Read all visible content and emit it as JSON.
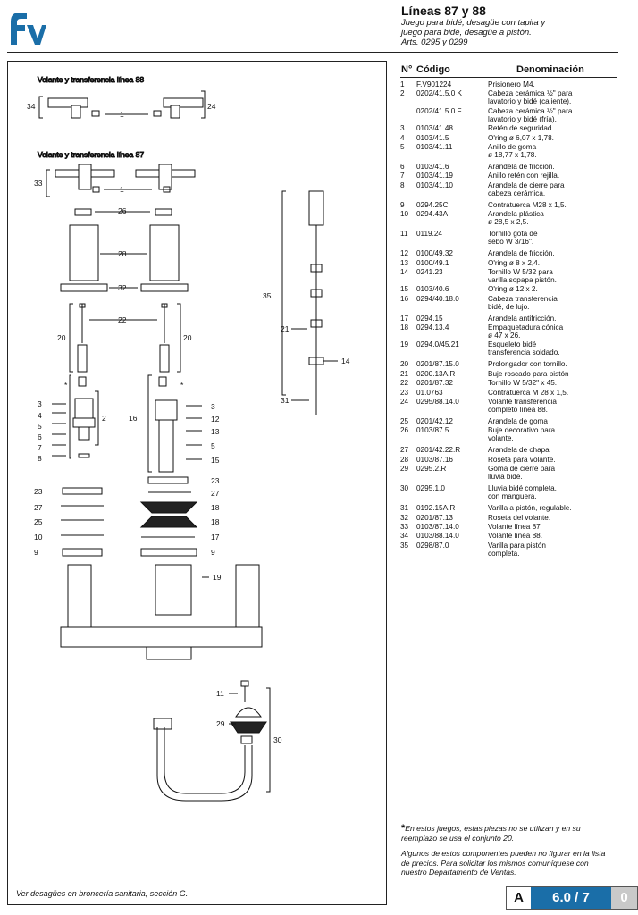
{
  "header": {
    "brand": "fv",
    "title": "Líneas 87 y 88",
    "subtitle_lines": [
      "Juego para bidé, desagüe con tapita y",
      "juego para bidé, desagüe a pistón.",
      "Arts. 0295 y 0299"
    ],
    "colors": {
      "brand": "#1a6ea8",
      "accent_grey": "#c9c9c9"
    }
  },
  "diagram": {
    "label_88": "Volante y transferencia línea 88",
    "label_87": "Volante y transferencia línea 87",
    "callouts": [
      "34",
      "1",
      "24",
      "33",
      "1",
      "26",
      "28",
      "32",
      "22",
      "20",
      "20",
      "*",
      "*",
      "3",
      "4",
      "2",
      "5",
      "6",
      "7",
      "8",
      "16",
      "3",
      "12",
      "13",
      "5",
      "15",
      "23",
      "23",
      "27",
      "27",
      "18",
      "25",
      "18",
      "10",
      "17",
      "9",
      "9",
      "19",
      "35",
      "21",
      "14",
      "31",
      "11",
      "29",
      "30"
    ],
    "footer_note": "Ver desagües en broncería sanitaria, sección G."
  },
  "table": {
    "col_no": "N°",
    "col_code": "Código",
    "col_name": "Denominación",
    "rows": [
      {
        "n": "1",
        "code": "F.V901224",
        "desc": [
          "Prisionero M4."
        ]
      },
      {
        "n": "2",
        "code": "0202/41.5.0 K",
        "desc": [
          "Cabeza cerámica ½\" para",
          "lavatorio y bidé (caliente)."
        ]
      },
      {
        "n": "",
        "code": "0202/41.5.0 F",
        "desc": [
          "Cabeza cerámica ½\" para",
          "lavatorio y bidé (fría)."
        ]
      },
      {
        "n": "3",
        "code": "0103/41.48",
        "desc": [
          "Retén de seguridad."
        ]
      },
      {
        "n": "4",
        "code": "0103/41.5",
        "desc": [
          "O'ring ø 6,07 x 1,78."
        ]
      },
      {
        "n": "5",
        "code": "0103/41.11",
        "desc": [
          "Anillo de goma",
          "ø 18,77 x 1,78."
        ]
      },
      {
        "n": "6",
        "code": "0103/41.6",
        "desc": [
          "Arandela de fricción."
        ]
      },
      {
        "n": "7",
        "code": "0103/41.19",
        "desc": [
          "Anillo retén con rejilla."
        ]
      },
      {
        "n": "8",
        "code": "0103/41.10",
        "desc": [
          "Arandela de cierre para",
          "cabeza cerámica."
        ]
      },
      {
        "n": "9",
        "code": "0294.25C",
        "desc": [
          "Contratuerca M28 x 1,5."
        ]
      },
      {
        "n": "10",
        "code": "0294.43A",
        "desc": [
          "Arandela plástica",
          "ø 28,5 x 2,5."
        ]
      },
      {
        "n": "11",
        "code": "0119.24",
        "desc": [
          "Tornillo gota de",
          "sebo W 3/16\"."
        ]
      },
      {
        "n": "12",
        "code": "0100/49.32",
        "desc": [
          "Arandela de fricción."
        ]
      },
      {
        "n": "13",
        "code": "0100/49.1",
        "desc": [
          "O'ring ø 8 x 2,4."
        ]
      },
      {
        "n": "14",
        "code": "0241.23",
        "desc": [
          "Tornillo W 5/32 para",
          "varilla sopapa pistón."
        ]
      },
      {
        "n": "15",
        "code": "0103/40.6",
        "desc": [
          "O'ring ø 12 x 2."
        ]
      },
      {
        "n": "16",
        "code": "0294/40.18.0",
        "desc": [
          "Cabeza transferencia",
          "bidé, de lujo."
        ]
      },
      {
        "n": "17",
        "code": "0294.15",
        "desc": [
          "Arandela antifricción."
        ]
      },
      {
        "n": "18",
        "code": "0294.13.4",
        "desc": [
          "Empaquetadura cónica",
          "ø 47 x 26."
        ]
      },
      {
        "n": "19",
        "code": "0294.0/45.21",
        "desc": [
          "Esqueleto bidé",
          "transferencia soldado."
        ]
      },
      {
        "n": "20",
        "code": "0201/87.15.0",
        "desc": [
          "Prolongador con tornillo."
        ]
      },
      {
        "n": "21",
        "code": "0200.13A.R",
        "desc": [
          "Buje roscado para pistón"
        ]
      },
      {
        "n": "22",
        "code": "0201/87.32",
        "desc": [
          "Tornillo W 5/32\" x 45."
        ]
      },
      {
        "n": "23",
        "code": "01.0763",
        "desc": [
          "Contratuerca M 28 x 1,5."
        ]
      },
      {
        "n": "24",
        "code": "0295/88.14.0",
        "desc": [
          "Volante transferencia",
          "completo línea 88."
        ]
      },
      {
        "n": "25",
        "code": "0201/42.12",
        "desc": [
          "Arandela de goma"
        ]
      },
      {
        "n": "26",
        "code": "0103/87.5",
        "desc": [
          "Buje decorativo para",
          "volante."
        ]
      },
      {
        "n": "27",
        "code": "0201/42.22.R",
        "desc": [
          "Arandela de chapa"
        ]
      },
      {
        "n": "28",
        "code": "0103/87.16",
        "desc": [
          "Roseta para volante."
        ]
      },
      {
        "n": "29",
        "code": "0295.2.R",
        "desc": [
          "Goma de cierre para",
          "lluvia bidé."
        ]
      },
      {
        "n": "30",
        "code": "0295.1.0",
        "desc": [
          "Lluvia bidé completa,",
          "con manguera."
        ]
      },
      {
        "n": "31",
        "code": "0192.15A.R",
        "desc": [
          "Varilla a pistón, regulable."
        ]
      },
      {
        "n": "32",
        "code": "0201/87.13",
        "desc": [
          "Roseta del volante."
        ]
      },
      {
        "n": "33",
        "code": "0103/87.14.0",
        "desc": [
          "Volante línea 87"
        ]
      },
      {
        "n": "34",
        "code": "0103/88.14.0",
        "desc": [
          "Volante línea 88."
        ]
      },
      {
        "n": "35",
        "code": "0298/87.0",
        "desc": [
          "Varilla para pistón",
          "completa."
        ]
      }
    ]
  },
  "notes": {
    "asterisk": "*",
    "note1": "En estos juegos, estas piezas no se utilizan y en su reemplazo se usa el conjunto 20.",
    "note2": "Algunos de estos componentes pueden no figurar en la lista de precios. Para solicitar los mismos comuníquese con nuestro Departamento de Ventas."
  },
  "page_box": {
    "section": "A",
    "page": "6.0 / 7",
    "revision": "0"
  }
}
